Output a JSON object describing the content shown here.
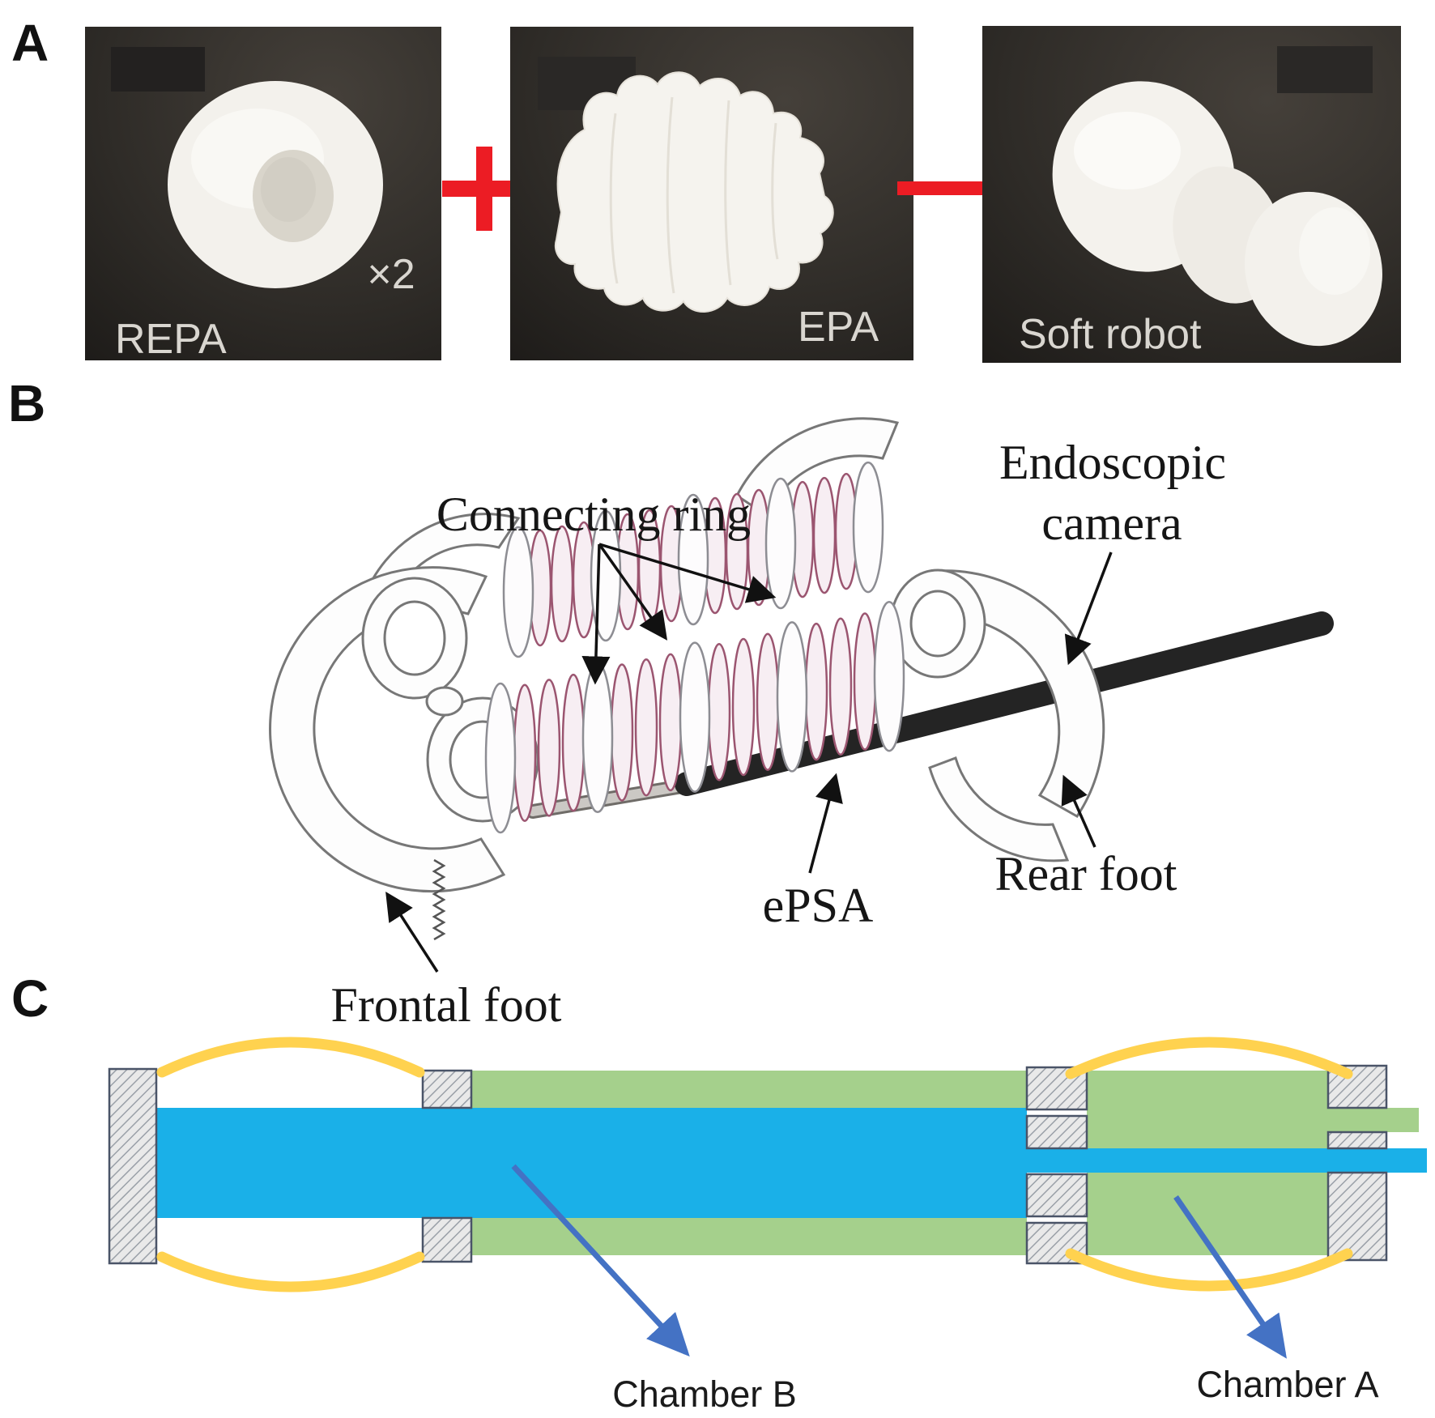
{
  "colors": {
    "chamber-blue": "#1ab0e8",
    "chamber-green": "#a5d08c",
    "membrane-yellow": "#ffd24f",
    "hatch-fill": "#e9e9e9",
    "hatch-line": "#9aa0a8",
    "hatch-border": "#4a5468",
    "annotation-blue": "#4472c4",
    "accent-red": "#ec1c24",
    "coil-maroon": "#9b5570",
    "ink": "#161616",
    "photo-text": "#d9d6d0"
  },
  "panel_a": {
    "label": "A",
    "photo_repa": {
      "caption": "REPA",
      "quantity": "×2"
    },
    "photo_epa": {
      "caption": "EPA"
    },
    "photo_robot": {
      "caption": "Soft robot"
    },
    "plus_sign": "+"
  },
  "panel_b": {
    "label": "B",
    "annotations": {
      "connecting_ring": "Connecting ring",
      "endoscopic_line1": "Endoscopic",
      "endoscopic_line2": "camera",
      "epsa": "ePSA",
      "rear_foot": "Rear foot",
      "frontal_foot": "Frontal foot"
    }
  },
  "panel_c": {
    "label": "C",
    "annotations": {
      "chamber_b": "Chamber B",
      "chamber_a": "Chamber A"
    }
  }
}
